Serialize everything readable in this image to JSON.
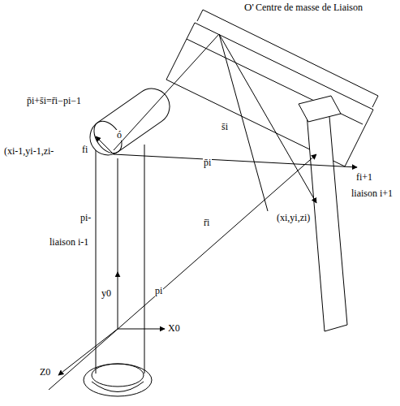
{
  "diagram": {
    "labels": [
      "O'",
      "Centre de masse de Liaison",
      "p̄i+s̄i=r̄i−pi−1",
      "(xi-1,yi-1,zi-",
      "ó",
      "fi",
      "p̄i",
      "s̄i",
      "fi+1",
      "liaison i+1",
      "(xi,yi,zi)",
      "r̄i",
      "liaison i-1",
      "pi-",
      "y0",
      "pi",
      "X0",
      "Z0"
    ]
  }
}
